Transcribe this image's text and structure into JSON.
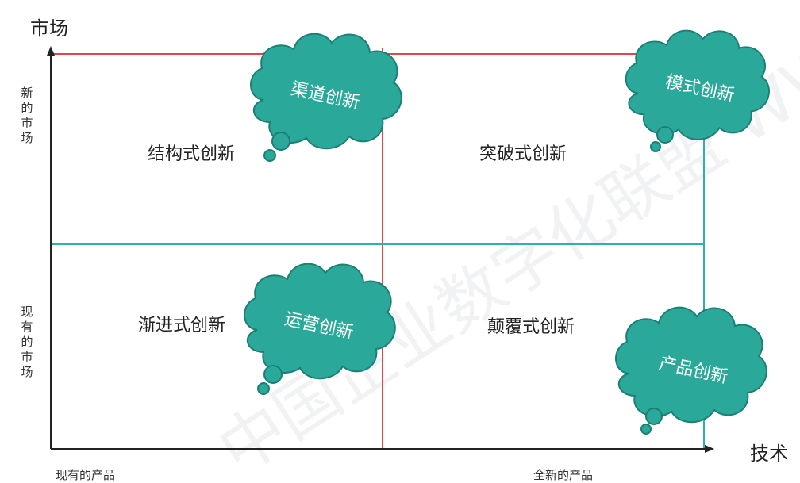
{
  "axes": {
    "y_title": "市场",
    "x_title": "技术",
    "y_top": "新的市场",
    "y_bottom": "现有的市场",
    "x_left": "现有的产品",
    "x_right": "全新的产品"
  },
  "quadrants": {
    "top_left": "结构式创新",
    "top_right": "突破式创新",
    "bottom_left": "渐进式创新",
    "bottom_right": "颠覆式创新"
  },
  "clouds": [
    {
      "id": "cloud-channel-innovation",
      "label": "渠道创新"
    },
    {
      "id": "cloud-model-innovation",
      "label": "模式创新"
    },
    {
      "id": "cloud-operation-innovation",
      "label": "运营创新"
    },
    {
      "id": "cloud-product-innovation",
      "label": "产品创新"
    }
  ],
  "watermark": "中国企业数字化联盟 WWW.DINe",
  "colors": {
    "red_line": "#e0474c",
    "teal_line": "#2fb1a4",
    "cloud_fill": "#2aa99b",
    "cloud_stroke": "#1b7f74",
    "cloud_text": "#ffffff",
    "axis": "#222222"
  }
}
